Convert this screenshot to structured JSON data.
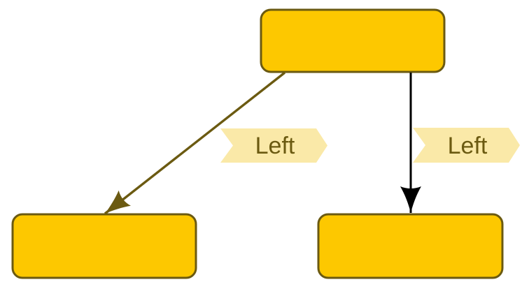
{
  "diagram": {
    "type": "flowchart",
    "colors": {
      "background": "#FFFFFF",
      "node_fill": "#FDC800",
      "node_border": "#6B5A11",
      "edge_primary": "#6B5A11",
      "edge_secondary": "#000000",
      "label_fill": "#FAE9A8",
      "label_text": "#6B5A11"
    },
    "nodes": [
      {
        "id": "root",
        "label": "",
        "position": "top-center"
      },
      {
        "id": "left-child",
        "label": "",
        "position": "bottom-left"
      },
      {
        "id": "right-child",
        "label": "",
        "position": "bottom-right"
      }
    ],
    "edges": [
      {
        "from": "root",
        "to": "left-child",
        "label": "Left",
        "color": "#6B5A11",
        "label_shape": "chevron-banner"
      },
      {
        "from": "root",
        "to": "right-child",
        "label": "Left",
        "color": "#000000",
        "label_shape": "chevron-banner"
      }
    ]
  }
}
